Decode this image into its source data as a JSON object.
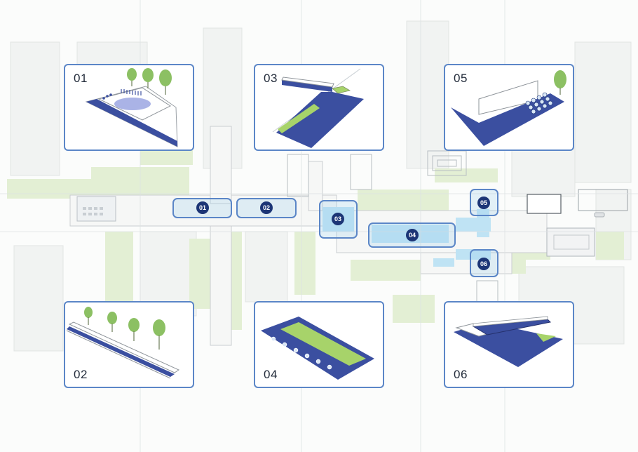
{
  "colors": {
    "frame": "#5b86c7",
    "navy": "#3b4fa0",
    "marker": "#1c3576",
    "grass": "#a7d36a",
    "water": "#8fd0ee",
    "lilac": "#aab3e6"
  },
  "panels": [
    {
      "id": "01",
      "label": "01"
    },
    {
      "id": "02",
      "label": "02"
    },
    {
      "id": "03",
      "label": "03"
    },
    {
      "id": "04",
      "label": "04"
    },
    {
      "id": "05",
      "label": "05"
    },
    {
      "id": "06",
      "label": "06"
    }
  ],
  "markers": [
    {
      "id": "01",
      "label": "01"
    },
    {
      "id": "02",
      "label": "02"
    },
    {
      "id": "03",
      "label": "03"
    },
    {
      "id": "04",
      "label": "04"
    },
    {
      "id": "05",
      "label": "05"
    },
    {
      "id": "06",
      "label": "06"
    }
  ]
}
